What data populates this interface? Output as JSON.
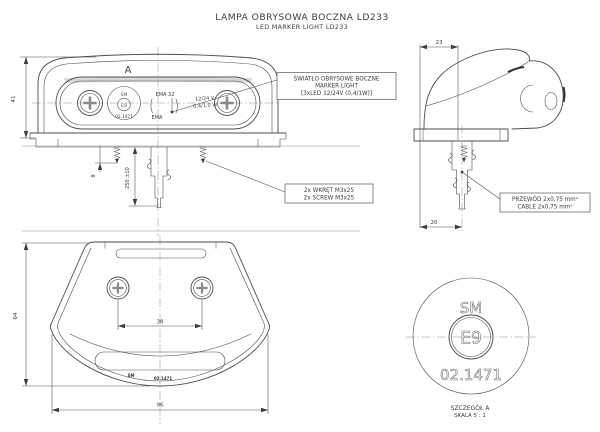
{
  "title": {
    "line1": "LAMPA OBRYSOWA BOCZNA LD233",
    "line2": "LED MARKER LIGHT LD233"
  },
  "callouts": {
    "marker_light": {
      "line1": "ŚWIATŁO OBRYSOWE BOCZNE",
      "line2": "MARKER LIGHT",
      "line3": "[3xLED 12/24V (0,4/1W)]"
    },
    "screws": {
      "line1": "2x WKRĘT M3x25",
      "line2": "2x SCREW M3x25"
    },
    "cable": {
      "line1": "PRZEWÓD 2x0,75 mm²",
      "line2": "CABLE 2x0,75 mm²"
    }
  },
  "front_view": {
    "detail_label": "A",
    "marking": {
      "brand": "SM",
      "approval": "E9",
      "number": "02.1471"
    },
    "mold_label_top": "EMA 32",
    "mold_label_bottom": "EMA",
    "rating_voltage": "12/24 V",
    "rating_power": "0,4/1,0 W",
    "dims": {
      "height": "41",
      "screw_protrusion": "8",
      "cable_length": "250 ±10"
    }
  },
  "side_view": {
    "dims": {
      "width_top": "23",
      "cable_offset": "20"
    }
  },
  "bottom_view": {
    "dims": {
      "screw_spacing": "38",
      "depth": "64",
      "width": "96"
    },
    "emboss": {
      "brand": "SM",
      "number": "02.1471"
    }
  },
  "detail_a": {
    "brand": "SM",
    "approval": "E9",
    "number": "02.1471",
    "caption_line1": "SZCZEGÓŁ A",
    "caption_line2": "SKALA 5 : 1"
  },
  "colors": {
    "line": "#4d4d4d",
    "text": "#3d3d3d",
    "background": "#ffffff",
    "lens_tint": "#c9c9c9"
  }
}
